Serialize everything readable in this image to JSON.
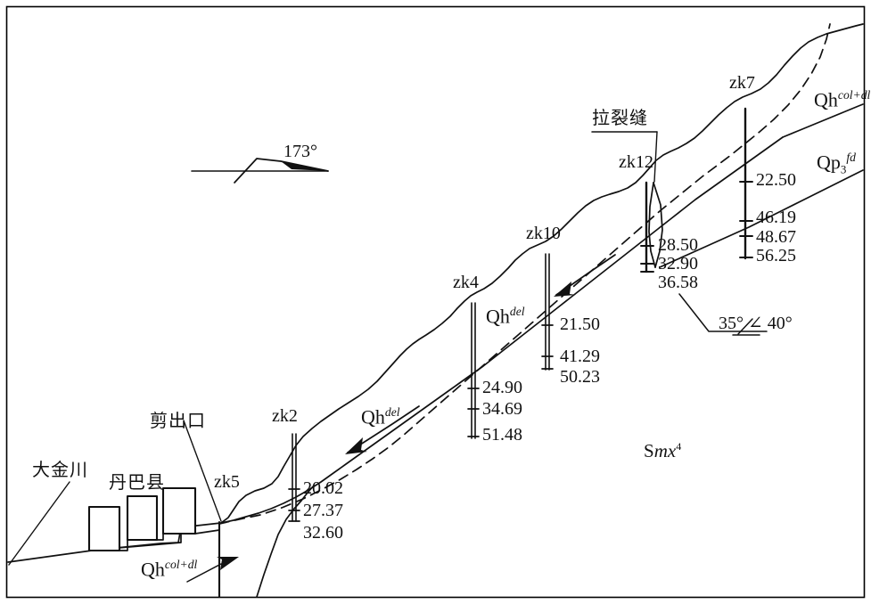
{
  "figure": {
    "type": "geological-cross-section",
    "border_color": "#000000",
    "line_color": "#111111",
    "background": "#ffffff"
  },
  "place_labels": {
    "river": "大金川",
    "town": "丹巴县",
    "shear_outlet": "剪出口",
    "tension_crack": "拉裂缝"
  },
  "boreholes": [
    {
      "id": "zk5",
      "label": "zk5",
      "depths": []
    },
    {
      "id": "zk2",
      "label": "zk2",
      "depths": [
        "20.02",
        "27.37",
        "32.60"
      ]
    },
    {
      "id": "zk4",
      "label": "zk4",
      "depths": [
        "24.90",
        "34.69",
        "51.48"
      ]
    },
    {
      "id": "zk10",
      "label": "zk10",
      "depths": [
        "21.50",
        "41.29",
        "50.23"
      ]
    },
    {
      "id": "zk12",
      "label": "zk12",
      "depths": [
        "28.50",
        "32.90",
        "36.58"
      ]
    },
    {
      "id": "zk7",
      "label": "zk7",
      "depths": [
        "22.50",
        "46.19",
        "48.67",
        "56.25"
      ]
    }
  ],
  "strata": {
    "qh_del_upper": {
      "main": "Qh",
      "sup": "del"
    },
    "qh_del_lower": {
      "main": "Qh",
      "sup": "del"
    },
    "qh_col_dl_left": {
      "main": "Qh",
      "sup": "col+dl"
    },
    "qh_col_dl_right": {
      "main": "Qh",
      "sup": "col+dl"
    },
    "qp3_fd": {
      "main": "Qp",
      "sub": "3",
      "sup": "fd"
    },
    "smx4": {
      "prefix": "S",
      "italic": "mx",
      "sup": "4"
    }
  },
  "angles": {
    "strike": "173°",
    "dip": "35° ∠ 40°"
  }
}
